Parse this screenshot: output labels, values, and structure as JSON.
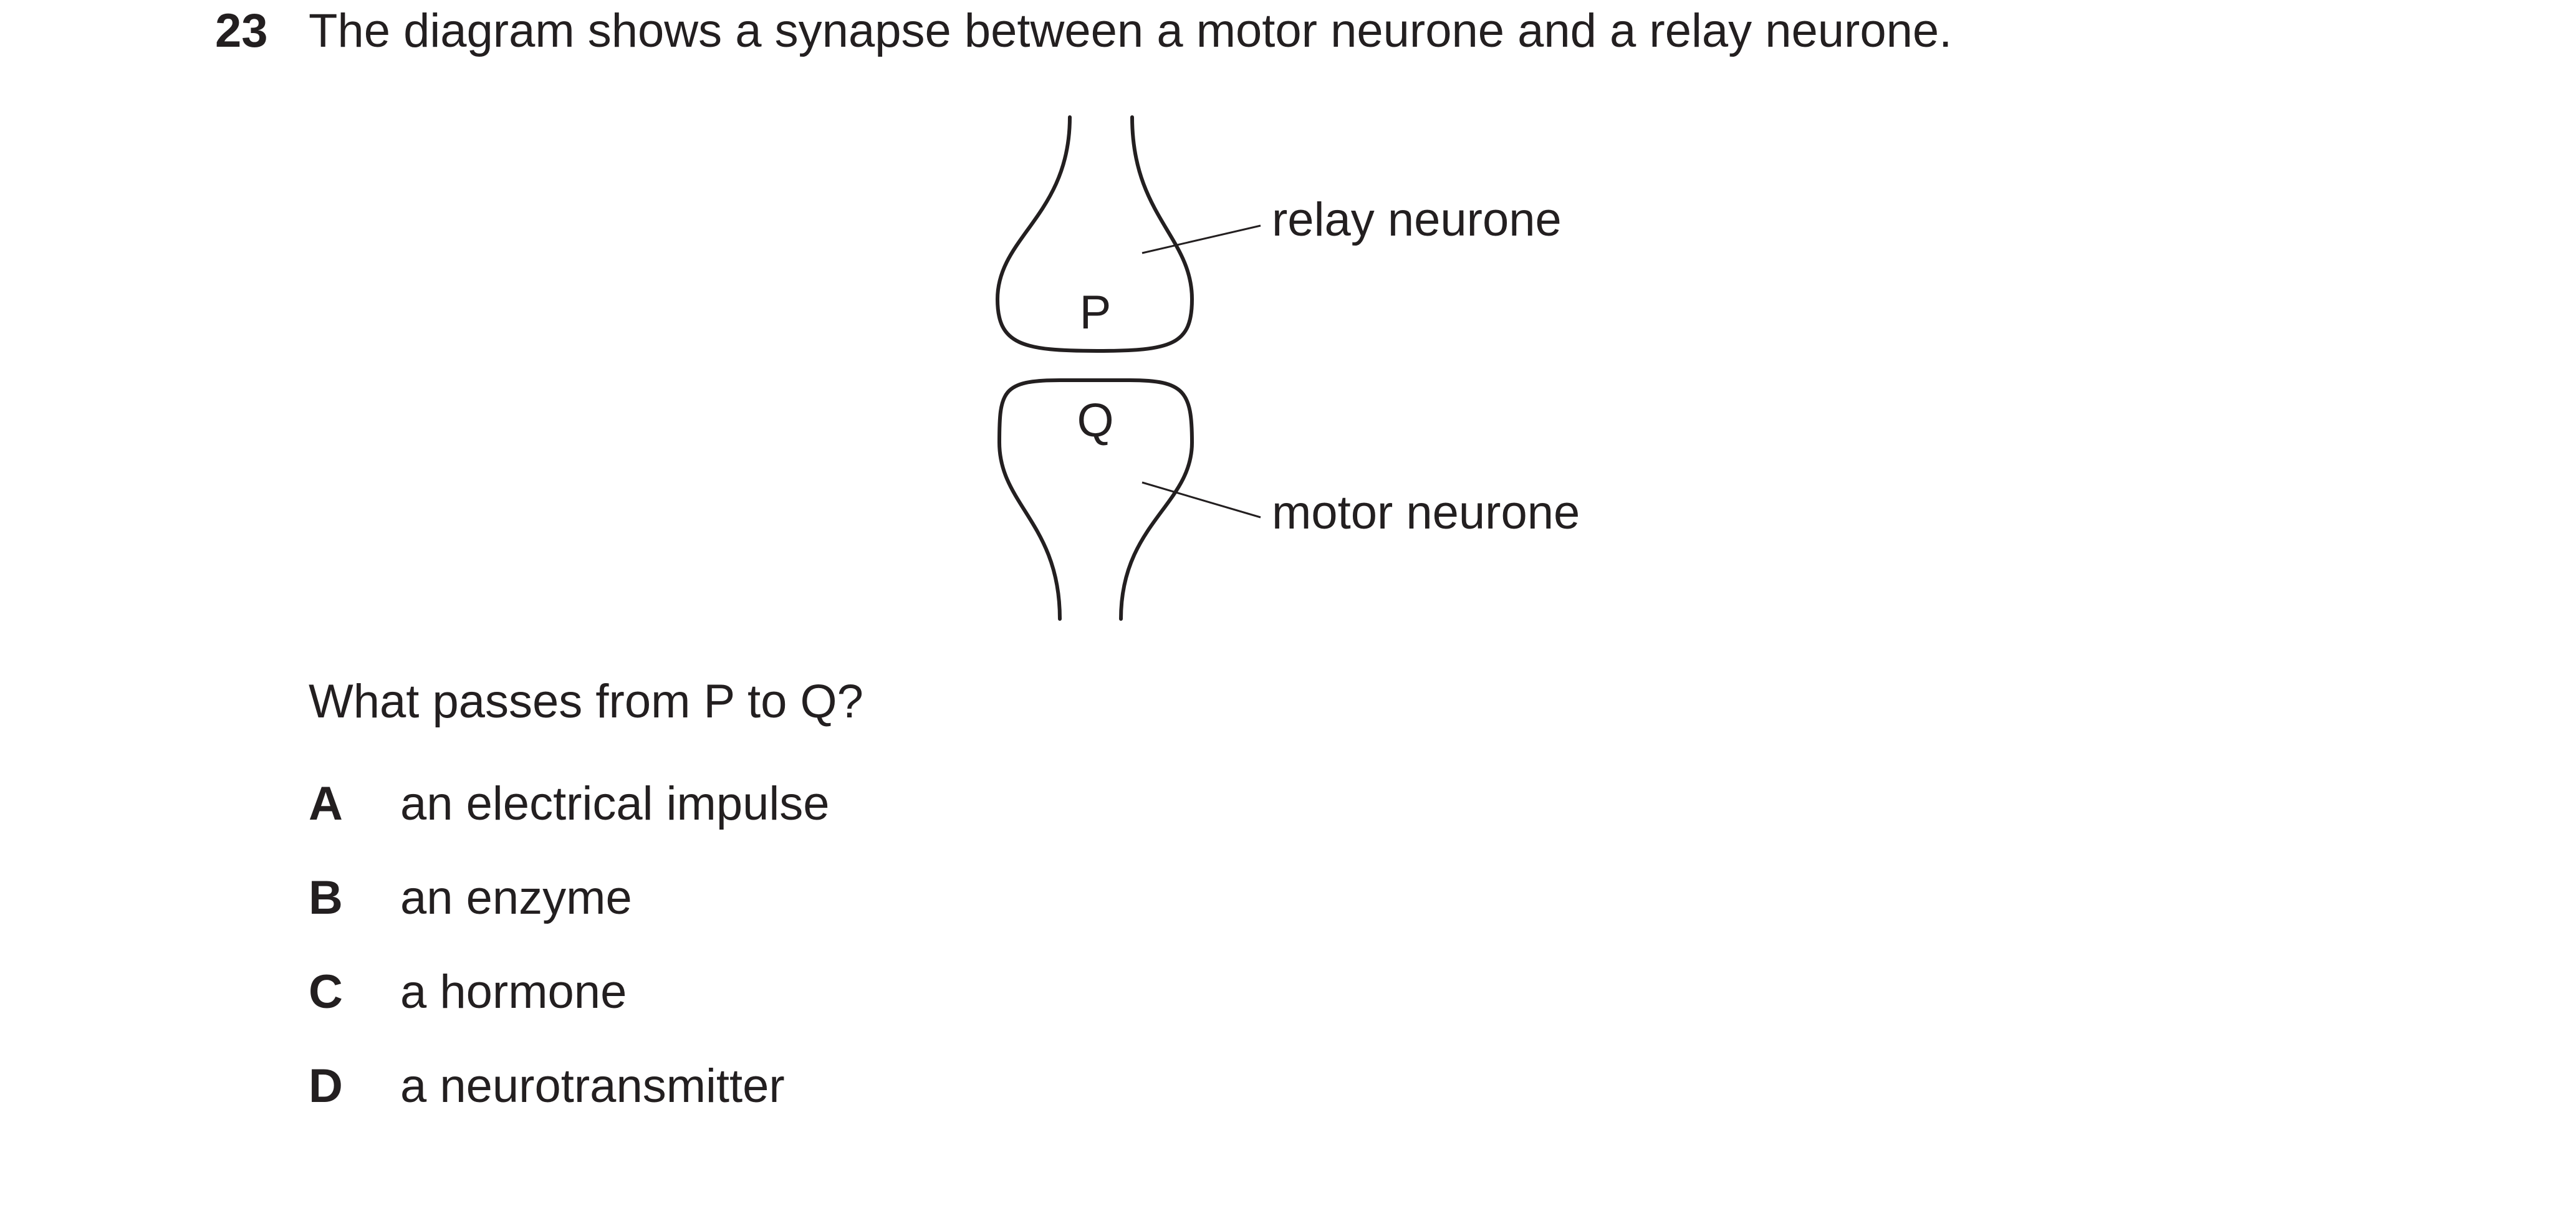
{
  "question": {
    "number": "23",
    "stem": "The diagram shows a synapse between a motor neurone and a relay neurone.",
    "prompt": "What passes from P to Q?"
  },
  "diagram": {
    "labels": {
      "p": "P",
      "q": "Q",
      "relay": "relay neurone",
      "motor": "motor neurone"
    }
  },
  "options": [
    {
      "letter": "A",
      "text": "an electrical impulse"
    },
    {
      "letter": "B",
      "text": "an enzyme"
    },
    {
      "letter": "C",
      "text": "a hormone"
    },
    {
      "letter": "D",
      "text": "a neurotransmitter"
    }
  ]
}
